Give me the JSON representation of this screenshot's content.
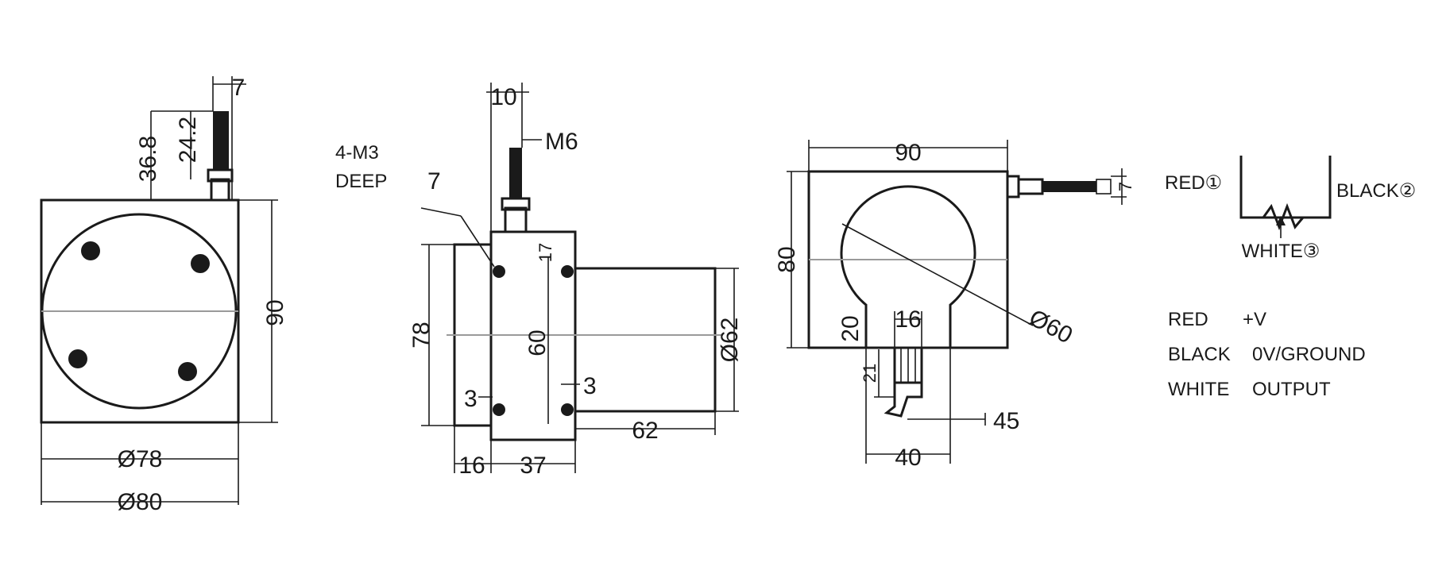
{
  "view_front": {
    "d_top": "7",
    "d_rod_a": "36.8",
    "d_rod_b": "24.2",
    "d_height": "90",
    "d_inner": "Ø78",
    "d_outer": "Ø80"
  },
  "view_side": {
    "d_thread_w": "10",
    "thread": "M6",
    "hole_spec": [
      "4-M3",
      "DEEP"
    ],
    "hole_depth": "7",
    "d_flange_h": "78",
    "d_top_off": "17",
    "d_hole_span": "60",
    "d_edge_l": "3",
    "d_edge_r": "3",
    "d_drum_dia": "Ø62",
    "d_drum_len": "62",
    "d_flange_w": "16",
    "d_body_w": "37"
  },
  "view_rear": {
    "d_width": "90",
    "d_height": "80",
    "d_cable": "7",
    "d_circle": "Ø60",
    "d_neck_w": "16",
    "d_neck_h": "20",
    "d_conn": "21",
    "d_conn_off": "45",
    "d_base": "40"
  },
  "wiring": {
    "schematic": {
      "red": "RED①",
      "black": "BLACK②",
      "white": "WHITE③"
    },
    "rows": [
      {
        "wire": "RED",
        "signal": "+V"
      },
      {
        "wire": "BLACK",
        "signal": "0V/GROUND"
      },
      {
        "wire": "WHITE",
        "signal": "OUTPUT"
      }
    ]
  }
}
